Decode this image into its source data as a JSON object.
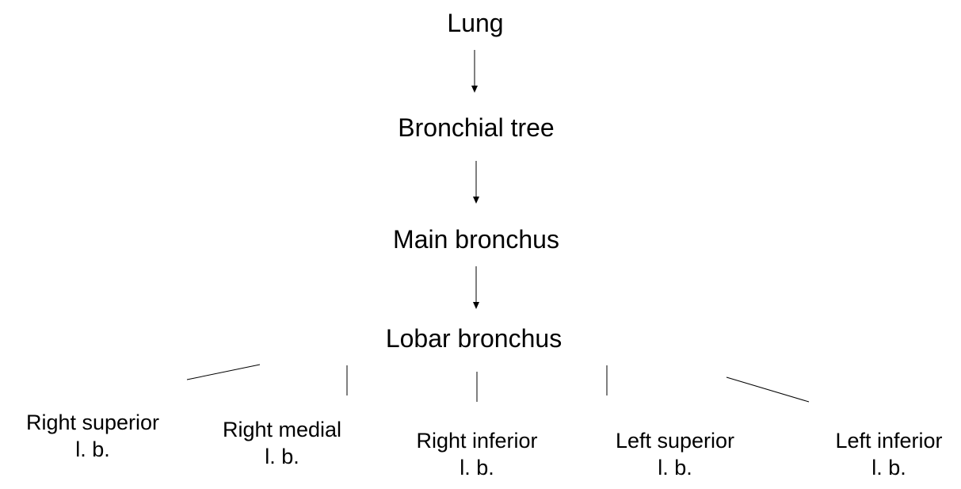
{
  "diagram": {
    "chain": [
      {
        "id": "lung",
        "label": "Lung"
      },
      {
        "id": "bronchial-tree",
        "label": "Bronchial tree"
      },
      {
        "id": "main-bronchus",
        "label": "Main bronchus"
      },
      {
        "id": "lobar-bronchus",
        "label": "Lobar bronchus"
      }
    ],
    "branches": [
      {
        "id": "right-superior",
        "line1": "Right superior",
        "line2": "l. b."
      },
      {
        "id": "right-medial",
        "line1": "Right medial",
        "line2": "l. b."
      },
      {
        "id": "right-inferior",
        "line1": "Right inferior",
        "line2": "l. b."
      },
      {
        "id": "left-superior",
        "line1": "Left superior",
        "line2": "l. b."
      },
      {
        "id": "left-inferior",
        "line1": "Left inferior",
        "line2": "l. b."
      }
    ],
    "edges": [
      {
        "from": "lung",
        "to": "bronchial-tree",
        "type": "arrow"
      },
      {
        "from": "bronchial-tree",
        "to": "main-bronchus",
        "type": "arrow"
      },
      {
        "from": "main-bronchus",
        "to": "lobar-bronchus",
        "type": "arrow"
      },
      {
        "from": "lobar-bronchus",
        "to": "right-superior",
        "type": "line"
      },
      {
        "from": "lobar-bronchus",
        "to": "right-medial",
        "type": "line"
      },
      {
        "from": "lobar-bronchus",
        "to": "right-inferior",
        "type": "line"
      },
      {
        "from": "lobar-bronchus",
        "to": "left-superior",
        "type": "line"
      },
      {
        "from": "lobar-bronchus",
        "to": "left-inferior",
        "type": "line"
      }
    ],
    "line_color": "#000000"
  }
}
